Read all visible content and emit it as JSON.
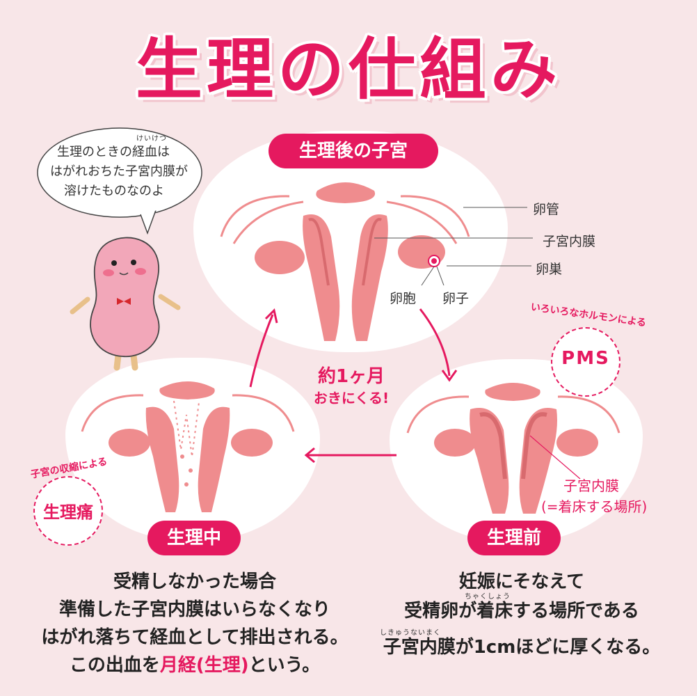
{
  "title": "生理の仕組み",
  "speech": {
    "line1": "生理のときの経血は",
    "line2": "はがれおちた子宮内膜が",
    "line3": "溶けたものなのよ",
    "ruby": "けいけつ"
  },
  "stages": {
    "after": "生理後の子宮",
    "during": "生理中",
    "before": "生理前"
  },
  "labels": {
    "oviduct": "卵管",
    "endometrium": "子宮内膜",
    "ovary": "卵巣",
    "follicle": "卵胞",
    "egg": "卵子",
    "endometrium_pink": "子宮内膜",
    "implant_place": "(=着床する場所)"
  },
  "cycle": {
    "line1": "約1ヶ月",
    "line2": "おきにくる!"
  },
  "pms": {
    "main": "PMS",
    "arc": "いろいろなホルモンによる"
  },
  "cramps": {
    "main": "生理痛",
    "arc": "子宮の収縮による"
  },
  "during_text": {
    "line1": "受精しなかった場合",
    "line2": "準備した子宮内膜はいらなくなり",
    "line3": "はがれ落ちて経血として排出される。",
    "line4_a": "この出血を",
    "line4_b": "月経(生理)",
    "line4_c": "という。"
  },
  "before_text": {
    "line1": "妊娠にそなえて",
    "line2_a": "受精卵が",
    "line2_b": "着床",
    "line2_c": "する場所である",
    "line2_ruby": "ちゃくしょう",
    "line3_a": "子宮内膜",
    "line3_b": "が1cmほどに厚くなる。",
    "line3_ruby": "しきゅうないまく"
  },
  "colors": {
    "accent": "#e5195f",
    "uterus": "#ef8c8e",
    "uterus_dark": "#d86a6e",
    "background": "#f8e6e8"
  }
}
